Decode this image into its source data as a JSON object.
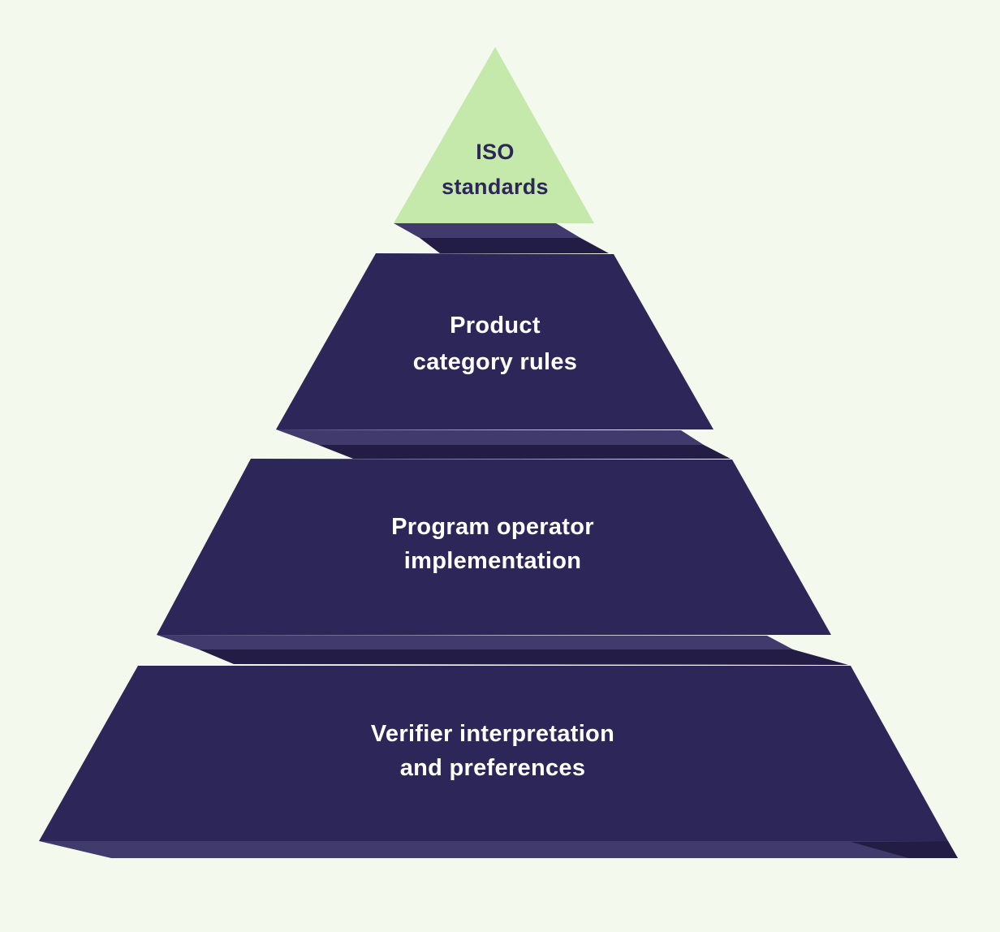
{
  "colors": {
    "background": "#f3f9ed",
    "green": "#c5e8ab",
    "navy_face": "#2d2759",
    "band_light": "#403a6d",
    "band_dark": "#231d45",
    "text_on_navy": "#ffffff",
    "text_on_green": "#2d2759"
  },
  "pyramid": {
    "levels": [
      {
        "name": "iso-standards",
        "lines": [
          "ISO",
          "standards"
        ]
      },
      {
        "name": "product-category-rules",
        "lines": [
          "Product",
          "category rules"
        ]
      },
      {
        "name": "program-operator-implementation",
        "lines": [
          "Program operator",
          "implementation"
        ]
      },
      {
        "name": "verifier-interpretation-and-preferences",
        "lines": [
          "Verifier interpretation",
          "and preferences"
        ]
      }
    ]
  }
}
